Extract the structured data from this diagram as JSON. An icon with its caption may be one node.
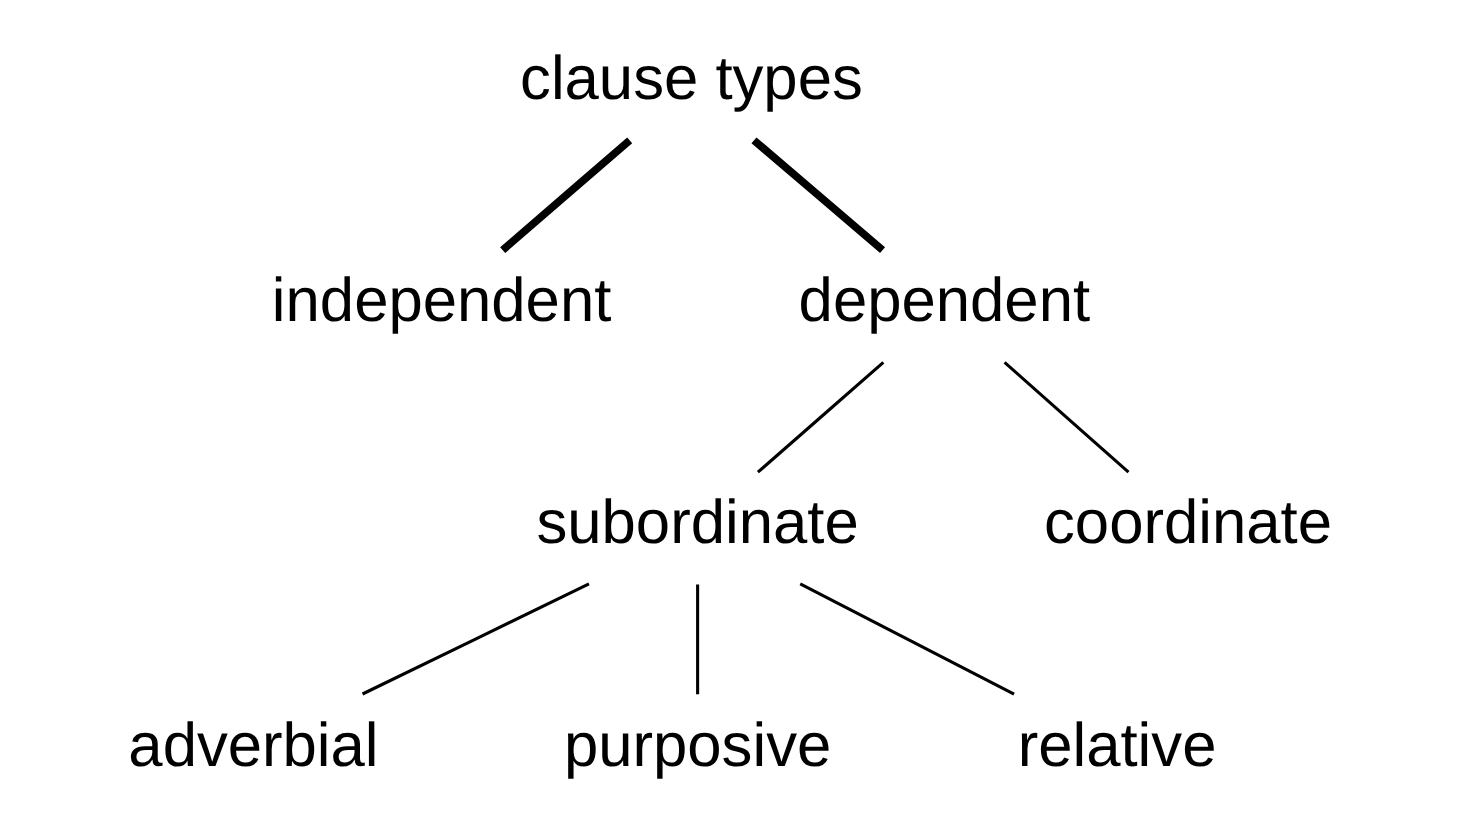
{
  "diagram": {
    "nodes": [
      {
        "text": [
          "clause types"
        ]
      },
      {
        "text": [
          "independent"
        ]
      },
      {
        "text": [
          "dependent"
        ]
      },
      {
        "text": [
          "subordinate"
        ]
      },
      {
        "text": [
          "coordinate"
        ]
      },
      {
        "text": [
          "adverbial"
        ]
      },
      {
        "text": [
          "purposive"
        ]
      },
      {
        "text": [
          "relative"
        ]
      }
    ],
    "edges": [
      {
        "from": 0,
        "to": 1,
        "arrow": "none",
        "style": "thick"
      },
      {
        "from": 0,
        "to": 2,
        "arrow": "none",
        "style": "thick"
      },
      {
        "from": 2,
        "to": 3,
        "arrow": "none"
      },
      {
        "from": 2,
        "to": 4,
        "arrow": "none"
      },
      {
        "from": 3,
        "to": 5,
        "arrow": "none"
      },
      {
        "from": 3,
        "to": 6,
        "arrow": "none"
      },
      {
        "from": 3,
        "to": 7,
        "arrow": "none"
      }
    ]
  }
}
